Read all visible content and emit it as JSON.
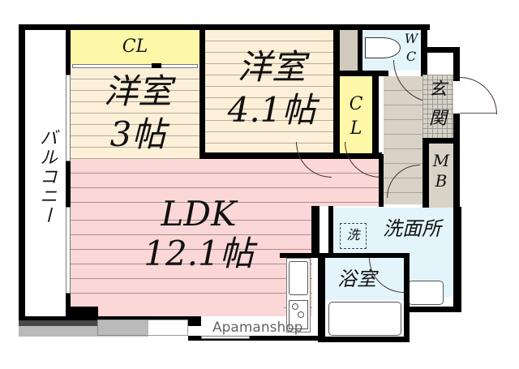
{
  "floorplan": {
    "rooms": {
      "western_room_small": {
        "name": "洋室",
        "size": "3帖"
      },
      "western_room_large": {
        "name": "洋室",
        "size": "4.1帖"
      },
      "ldk": {
        "name": "LDK",
        "size": "12.1帖"
      },
      "closet_top": {
        "label": "CL"
      },
      "closet_right": {
        "label_c": "C",
        "label_l": "L"
      },
      "wc": {
        "label_w": "W",
        "label_c": "C"
      },
      "entrance": {
        "label_1": "玄",
        "label_2": "関"
      },
      "meter_box": {
        "label_m": "M",
        "label_b": "B"
      },
      "washroom": {
        "label": "洗面所"
      },
      "washer": {
        "label": "洗"
      },
      "bathroom": {
        "label": "浴室"
      },
      "balcony": {
        "label": "バルコニー"
      }
    },
    "colors": {
      "western_rooms": "#fdf0d8",
      "ldk": "#fbd7d7",
      "closet": "#fdf7a8",
      "wet_area": "#e3f5fb",
      "hallway": "#d8d3c6",
      "wall": "#000000"
    },
    "watermark": "Apamanshop"
  }
}
